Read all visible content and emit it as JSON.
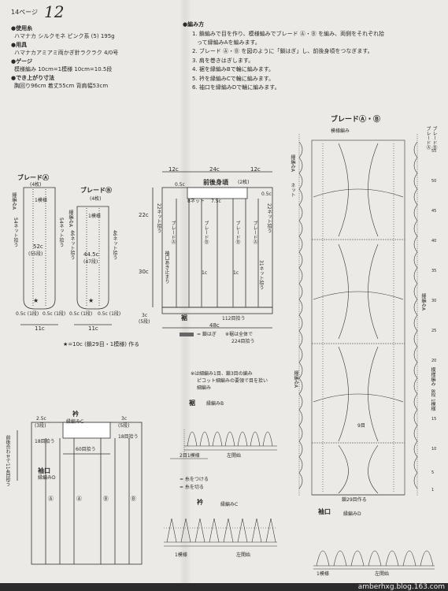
{
  "header": {
    "page_prefix": "14ページ",
    "page_number": "12"
  },
  "materials": {
    "yarn_head": "●使用糸",
    "yarn": "ハマナカ シルクモネ ピンク系 (5) 195g",
    "tool_head": "●用具",
    "tool": "ハマナカアミアミ両かぎ針ラクラク 4/0号",
    "gauge_head": "●ゲージ",
    "gauge": "模様編み 10cm=1模様 10cm=10.5段",
    "size_head": "●でき上がり寸法",
    "size": "胸回り96cm 着丈55cm 背肩幅53cm"
  },
  "method": {
    "head": "●編み方",
    "steps": [
      "1. 鎖編みで目を作り、模様編みでブレード Ⓐ・Ⓑ を編み、両側をそれぞれ拾",
      "って縁編みAを編みます。",
      "2. ブレード Ⓐ・Ⓑ を図のように「鎖はぎ」し、前後身頃をつなぎます。",
      "3. 肩を巻きはぎします。",
      "4. 裾を縁編みBで輪に編みます。",
      "5. 衿を縁編みCで輪に編みます。",
      "6. 袖口を縁編みDで輪に編みます。"
    ]
  },
  "braid_a": {
    "title": "ブレードⒶ",
    "count": "(4枚)",
    "label_edge": "縁編みA",
    "label_body": "1模様",
    "pick": "54ネット拾う",
    "length": "52c",
    "rows": "(55段)",
    "bottom_left": "0.5c (1段)",
    "bottom_right": "0.5c (1段)",
    "width": "11c"
  },
  "braid_b": {
    "title": "ブレードⒷ",
    "count": "(4枚)",
    "label_edge": "縁編みA",
    "label_body": "1模様",
    "pick": "46ネット拾う",
    "length": "44.5c",
    "rows": "(47段)",
    "bottom_left": "0.5c (1段)",
    "bottom_right": "0.5c (1段)",
    "width": "11c"
  },
  "star_note": "★=10c (鎖29目・1模様) 作る",
  "body": {
    "top_left": "12c",
    "top_center": "24c",
    "top_right": "12c",
    "title": "前後身頃",
    "count": "(2枚)",
    "neck": "0.5c",
    "neck_r": "0.5c",
    "pick_center": "8ネット",
    "pick_center_b": "7.5c",
    "left_height": "22c",
    "left_height2": "30c",
    "pick_side": "22ネット拾う",
    "pick_side2": "31ネット拾う",
    "opening": "袖口あき止まり",
    "braid_a": "ブレードⒶ",
    "braid_b": "ブレードⒷ",
    "mid": "1c",
    "bottom_left": "3c",
    "bottom_left2": "(5段)",
    "hem": "裾",
    "hem_pick": "112目拾う",
    "hem_width": "48c",
    "legend_chain": "= 鎖はぎ",
    "legend_total": "※裾は全体で",
    "legend_total2": "224目拾う"
  },
  "edging_b": {
    "note1": "※は細編み1目、鎖3目の編み",
    "note2": "ピコット細編みの要領で目を拾い",
    "note3": "細編み",
    "title": "裾",
    "sub": "縁編みB",
    "label1": "2目1模様",
    "label2": "左開始"
  },
  "legend": {
    "attach": "= 糸をつける",
    "cut": "= 糸を切る"
  },
  "edging_c": {
    "title": "衿",
    "sub": "縁編みC",
    "label1": "1模様",
    "label2": "左開始"
  },
  "collar": {
    "title": "衿",
    "sub": "縁編みC",
    "left1": "2.5c",
    "left2": "(3段)",
    "pick1": "18目拾う",
    "right1": "3c",
    "right2": "(5段)",
    "pick2": "18目拾う",
    "center": "60目拾う",
    "side": "前後合わせて114目拾う",
    "sleeve": "袖口",
    "sleeve_sub": "縁編みD",
    "a": "Ⓐ",
    "b": "Ⓑ"
  },
  "braid_chart": {
    "title": "ブレードⒶ・Ⓑ",
    "sub": "模様編み",
    "edge_left": "縁編みA",
    "edge_left2": "ネット",
    "right_label": "ブレードⒶ",
    "right_label2": "ブレードⒷ",
    "body_label": "模様編み",
    "repeat": "模様編み",
    "repeat2": "8段",
    "repeat3": "1模様",
    "start": "鎖29目作る",
    "nine": "9目",
    "row_nums": [
      "55",
      "50",
      "45",
      "40",
      "35",
      "30",
      "25",
      "20",
      "15",
      "10",
      "5",
      "1"
    ]
  },
  "edging_d": {
    "title": "袖口",
    "sub": "縁編みD",
    "label1": "1模様",
    "label2": "左開始"
  },
  "watermark": "amberhxg.blog.163.com",
  "colors": {
    "paper": "#eceae6",
    "ink": "#2a2a2a",
    "footer": "#2b2b2b"
  }
}
